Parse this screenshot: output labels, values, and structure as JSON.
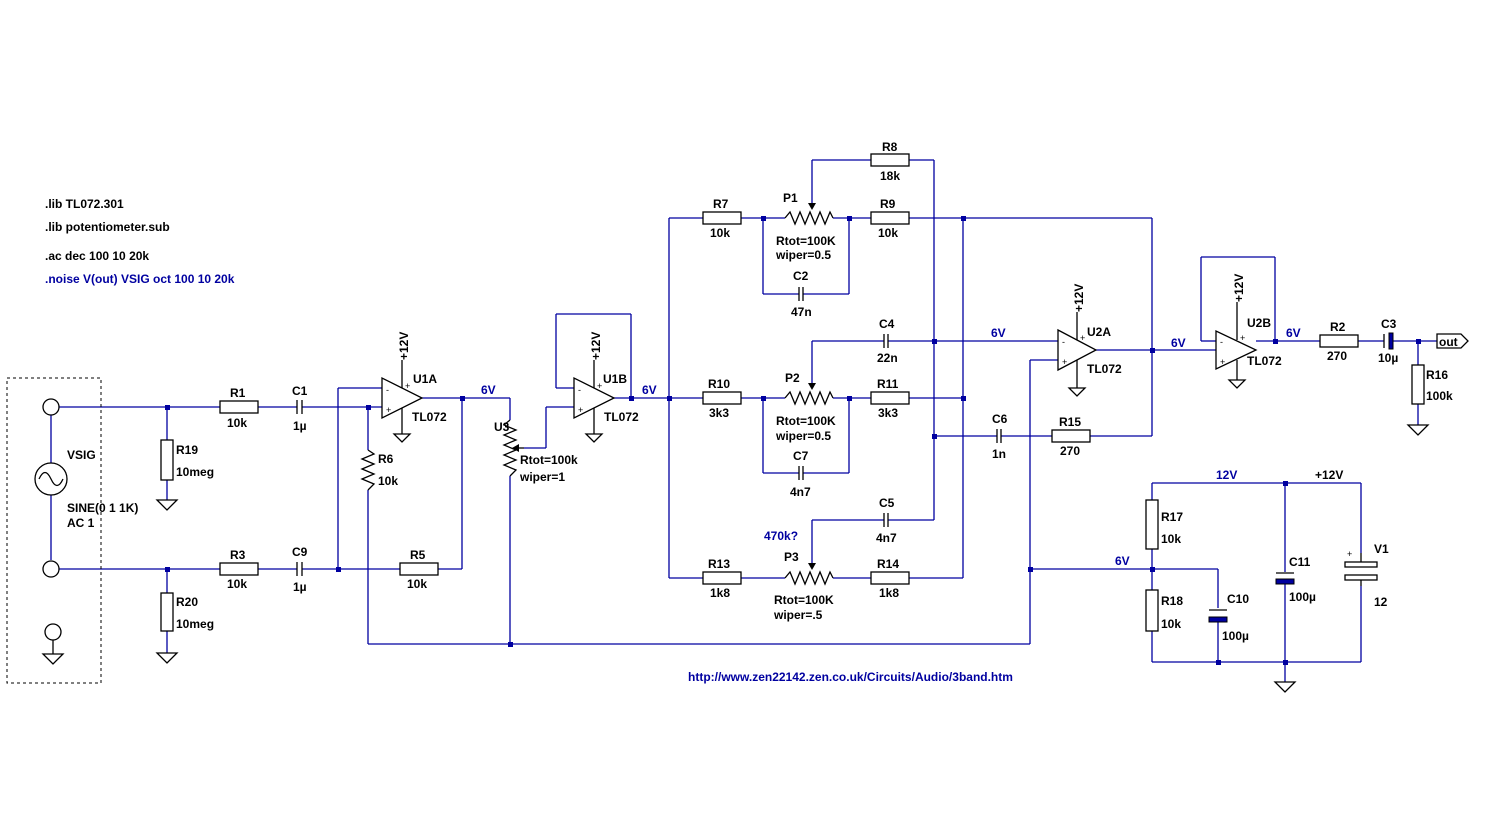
{
  "directives": [
    ".lib TL072.301",
    ".lib potentiometer.sub",
    ".ac dec 100 10 20k"
  ],
  "spice_noise": ".noise V(out) VSIG oct 100 10 20k",
  "url": "http://www.zen22142.zen.co.uk/Circuits/Audio/3band.htm",
  "note": "470k?",
  "supply_label": "+12V",
  "opamp_model": "TL072",
  "nets": {
    "six": "6V",
    "twelve": "12V",
    "out": "out"
  },
  "source": {
    "name": "VSIG",
    "value": "SINE(0 1 1K)",
    "ac": "AC 1"
  },
  "battery": {
    "name": "V1",
    "value": "12"
  },
  "opamps": {
    "u1a": "U1A",
    "u1b": "U1B",
    "u2a": "U2A",
    "u2b": "U2B"
  },
  "pots": {
    "u3": {
      "name": "U3",
      "rtot": "Rtot=100k",
      "wiper": "wiper=1"
    },
    "p1": {
      "name": "P1",
      "rtot": "Rtot=100K",
      "wiper": "wiper=0.5"
    },
    "p2": {
      "name": "P2",
      "rtot": "Rtot=100K",
      "wiper": "wiper=0.5"
    },
    "p3": {
      "name": "P3",
      "rtot": "Rtot=100K",
      "wiper": "wiper=.5"
    }
  },
  "resistors": {
    "r1": {
      "name": "R1",
      "value": "10k"
    },
    "r2": {
      "name": "R2",
      "value": "270"
    },
    "r3": {
      "name": "R3",
      "value": "10k"
    },
    "r5": {
      "name": "R5",
      "value": "10k"
    },
    "r6": {
      "name": "R6",
      "value": "10k"
    },
    "r7": {
      "name": "R7",
      "value": "10k"
    },
    "r8": {
      "name": "R8",
      "value": "18k"
    },
    "r9": {
      "name": "R9",
      "value": "10k"
    },
    "r10": {
      "name": "R10",
      "value": "3k3"
    },
    "r11": {
      "name": "R11",
      "value": "3k3"
    },
    "r13": {
      "name": "R13",
      "value": "1k8"
    },
    "r14": {
      "name": "R14",
      "value": "1k8"
    },
    "r15": {
      "name": "R15",
      "value": "270"
    },
    "r16": {
      "name": "R16",
      "value": "100k"
    },
    "r17": {
      "name": "R17",
      "value": "10k"
    },
    "r18": {
      "name": "R18",
      "value": "10k"
    },
    "r19": {
      "name": "R19",
      "value": "10meg"
    },
    "r20": {
      "name": "R20",
      "value": "10meg"
    }
  },
  "capacitors": {
    "c1": {
      "name": "C1",
      "value": "1µ"
    },
    "c2": {
      "name": "C2",
      "value": "47n"
    },
    "c3": {
      "name": "C3",
      "value": "10µ"
    },
    "c4": {
      "name": "C4",
      "value": "22n"
    },
    "c5": {
      "name": "C5",
      "value": "4n7"
    },
    "c6": {
      "name": "C6",
      "value": "1n"
    },
    "c7": {
      "name": "C7",
      "value": "4n7"
    },
    "c9": {
      "name": "C9",
      "value": "1µ"
    },
    "c10": {
      "name": "C10",
      "value": "100µ"
    },
    "c11": {
      "name": "C11",
      "value": "100µ"
    }
  },
  "pin_plus": "+",
  "pin_minus": "-"
}
